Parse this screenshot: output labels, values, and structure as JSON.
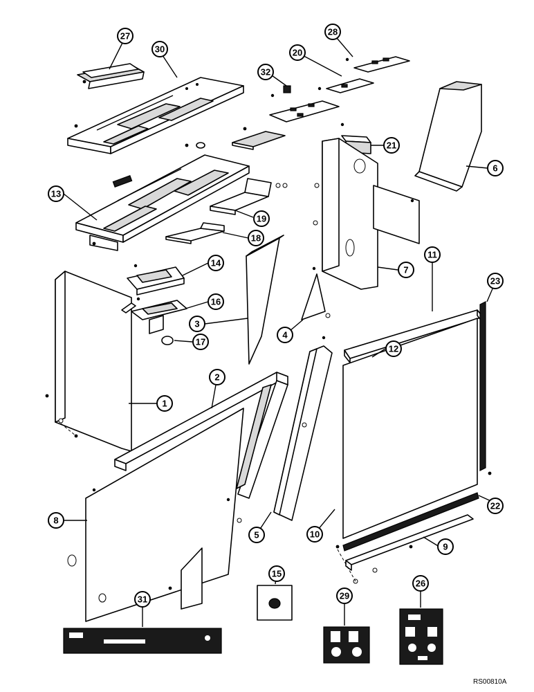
{
  "figure_id": "RS00810A",
  "callouts": [
    "27",
    "30",
    "28",
    "20",
    "32",
    "21",
    "6",
    "13",
    "19",
    "18",
    "7",
    "11",
    "23",
    "14",
    "16",
    "3",
    "4",
    "12",
    "17",
    "1",
    "2",
    "8",
    "5",
    "10",
    "22",
    "9",
    "15",
    "29",
    "26",
    "31"
  ]
}
